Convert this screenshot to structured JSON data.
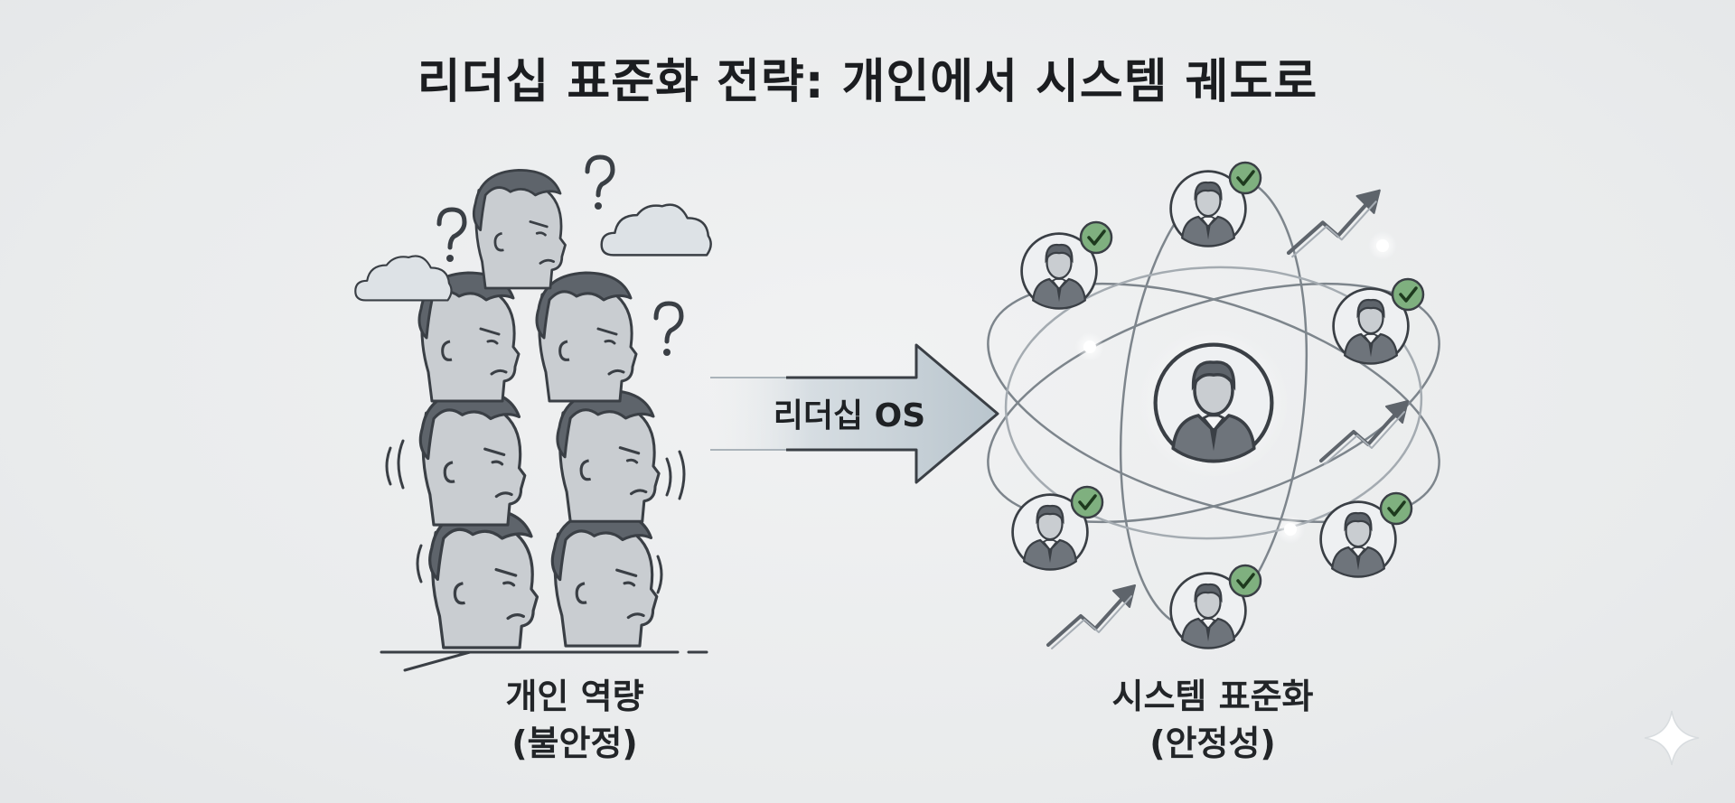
{
  "title": "리더십 표준화 전략: 개인에서 시스템 궤도로",
  "left_panel": {
    "caption_line1": "개인 역량",
    "caption_line2": "(불안정)",
    "icons": [
      "confused-face-icon",
      "question-mark-icon",
      "cloud-icon"
    ]
  },
  "transition_arrow": {
    "label": "리더십 OS"
  },
  "right_panel": {
    "caption_line1": "시스템 표준화",
    "caption_line2": "(안정성)",
    "icons": [
      "leader-avatar-icon",
      "check-badge-icon",
      "trend-up-arrow-icon",
      "orbit-ring"
    ]
  },
  "colors": {
    "background": "#eceeef",
    "line": "#3a3f45",
    "face_fill": "#c9cdd1",
    "hair_fill": "#5e646b",
    "check_green": "#7fb07f",
    "arrow_fill": "#c4cdd3"
  },
  "watermark": {
    "icon": "sparkle-icon"
  }
}
